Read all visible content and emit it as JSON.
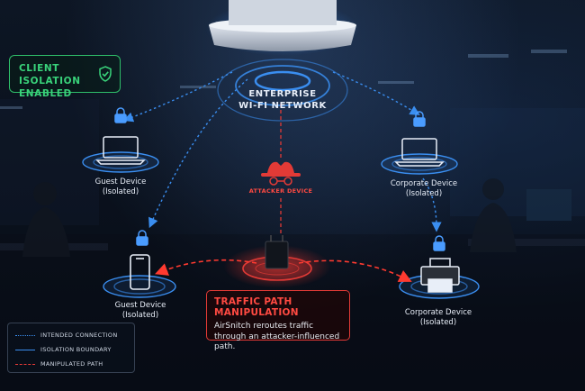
{
  "badge": {
    "line1": "CLIENT ISOLATION",
    "line2": "ENABLED",
    "icon": "shield-check-icon",
    "color": "#2fbf6a"
  },
  "network": {
    "line1": "ENTERPRISE",
    "line2": "WI-FI NETWORK",
    "icon": "wifi-router-icon"
  },
  "attacker": {
    "label": "ATTACKER DEVICE",
    "icon": "spy-hat-icon",
    "color": "#e23a36"
  },
  "devices": [
    {
      "name": "Guest Device",
      "status": "(Isolated)",
      "icon": "laptop-icon"
    },
    {
      "name": "Corporate Device",
      "status": "(Isolated)",
      "icon": "laptop-icon"
    },
    {
      "name": "Guest Device",
      "status": "(Isolated)",
      "icon": "smartphone-icon"
    },
    {
      "name": "Corporate Device",
      "status": "(Isolated)",
      "icon": "printer-icon"
    }
  ],
  "manipulation": {
    "title": "TRAFFIC PATH MANIPULATION",
    "description": "AirSnitch reroutes traffic through an attacker-influenced path."
  },
  "legend": [
    {
      "label": "INTENDED CONNECTION",
      "style": "dotted",
      "color": "#3a8ef0"
    },
    {
      "label": "ISOLATION BOUNDARY",
      "style": "solid",
      "color": "#3a8ef0"
    },
    {
      "label": "MANIPULATED PATH",
      "style": "dashed",
      "color": "#e23a36"
    }
  ],
  "colors": {
    "blue": "#3a8ef0",
    "red": "#e23a36",
    "green": "#2fbf6a"
  }
}
